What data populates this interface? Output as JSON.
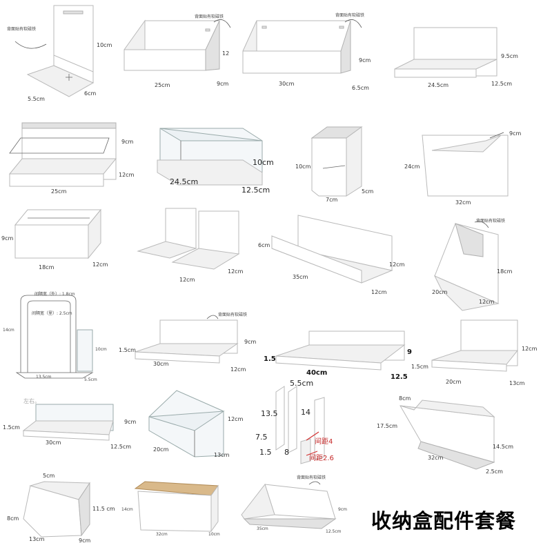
{
  "title": "收纳盒配件套餐",
  "note": "背面贴有软磁铁",
  "items": [
    {
      "dims": [
        "10cm",
        "5.5cm",
        "6cm"
      ]
    },
    {
      "dims": [
        "25cm",
        "12",
        "9cm"
      ]
    },
    {
      "dims": [
        "30cm",
        "9cm",
        "6.5cm"
      ]
    },
    {
      "dims": [
        "9.5cm",
        "24.5cm",
        "12.5cm"
      ]
    },
    {
      "dims": [
        "9cm",
        "12cm",
        "25cm"
      ]
    },
    {
      "dims": [
        "10cm",
        "24.5cm",
        "12.5cm"
      ]
    },
    {
      "dims": [
        "10cm",
        "7cm",
        "5cm"
      ]
    },
    {
      "dims": [
        "9cm",
        "24cm",
        "32cm"
      ]
    },
    {
      "dims": [
        "9cm",
        "18cm",
        "12cm"
      ]
    },
    {
      "dims": [
        "12cm",
        "12cm"
      ]
    },
    {
      "dims": [
        "6cm",
        "35cm",
        "12cm",
        "12cm"
      ]
    },
    {
      "dims": [
        "18cm",
        "20cm",
        "12cm"
      ]
    },
    {
      "dims": [
        "间隔宽（外）: 1.8cm",
        "间隔宽（里）: 2.5cm",
        "14cm",
        "10cm",
        "13.5cm",
        "5.5cm"
      ]
    },
    {
      "dims": [
        "1.5cm",
        "9cm",
        "30cm",
        "12cm"
      ]
    },
    {
      "dims": [
        "1.5",
        "9",
        "40cm",
        "12.5"
      ]
    },
    {
      "dims": [
        "12cm",
        "1.5cm",
        "20cm",
        "13cm"
      ]
    },
    {
      "dims": [
        "左右。",
        "1.5cm",
        "9cm",
        "30cm",
        "12.5cm"
      ]
    },
    {
      "dims": [
        "12cm",
        "20cm",
        "13cm"
      ]
    },
    {
      "dims": [
        "5.5cm",
        "13.5",
        "14",
        "7.5",
        "1.5",
        "8",
        "间距4",
        "间距2.6"
      ]
    },
    {
      "dims": [
        "8cm",
        "17.5cm",
        "14.5cm",
        "32cm",
        "2.5cm"
      ]
    },
    {
      "dims": [
        "5cm",
        "11.5 cm",
        "8cm",
        "13cm",
        "9cm"
      ]
    },
    {
      "dims": [
        "14cm",
        "32cm",
        "10cm"
      ]
    },
    {
      "dims": [
        "9cm",
        "35cm",
        "12.5cm"
      ]
    }
  ]
}
